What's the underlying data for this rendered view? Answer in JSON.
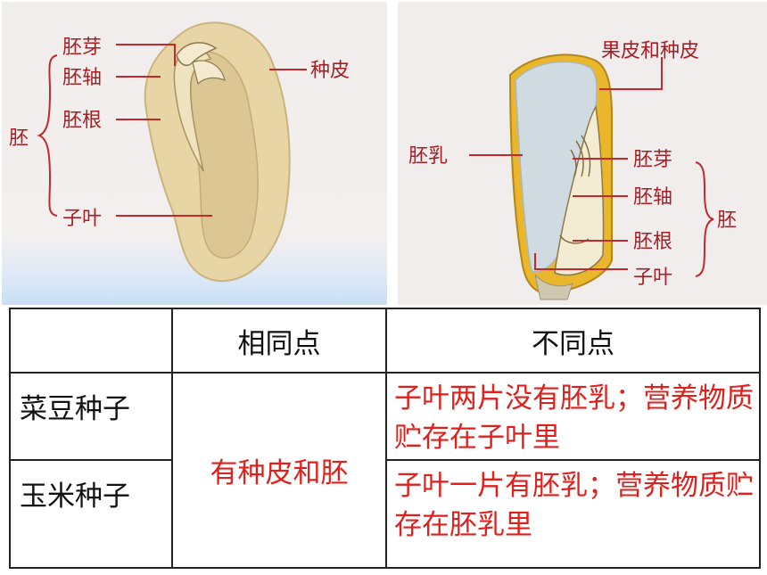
{
  "bean_diagram": {
    "labels": {
      "plumule": "胚芽",
      "hypocotyl": "胚轴",
      "radicle": "胚根",
      "cotyledon": "子叶",
      "embryo": "胚",
      "seed_coat": "种皮"
    }
  },
  "corn_diagram": {
    "labels": {
      "pericarp_seed_coat": "果皮和种皮",
      "endosperm": "胚乳",
      "plumule": "胚芽",
      "hypocotyl": "胚轴",
      "radicle": "胚根",
      "cotyledon": "子叶",
      "embryo": "胚"
    }
  },
  "table": {
    "col_similar": "相同点",
    "col_different": "不同点",
    "row_bean": "菜豆种子",
    "row_corn": "玉米种子",
    "common": "有种皮和胚",
    "bean_diff": "子叶两片没有胚乳；营养物质贮存在子叶里",
    "corn_diff": "子叶一片有胚乳；营养物质贮存在胚乳里"
  },
  "colors": {
    "label_red": "#a31f24",
    "answer_red": "#e0201c"
  }
}
